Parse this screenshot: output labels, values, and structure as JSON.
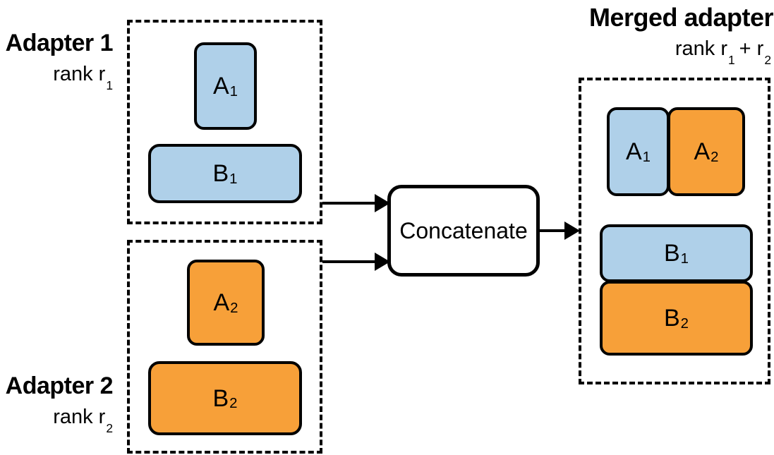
{
  "figure": {
    "adapter1": {
      "title": "Adapter 1",
      "rank_prefix": "rank r",
      "rank_sub": "1"
    },
    "adapter2": {
      "title": "Adapter 2",
      "rank_prefix": "rank r",
      "rank_sub": "2"
    },
    "merged": {
      "title": "Merged adapter",
      "rank_prefix": "rank r",
      "rank_sub1": "1",
      "rank_plus": "+ r",
      "rank_sub2": "2"
    },
    "concatenate_label": "Concatenate",
    "blocks": {
      "a1": {
        "base": "A",
        "sub": "1"
      },
      "b1": {
        "base": "B",
        "sub": "1"
      },
      "a2": {
        "base": "A",
        "sub": "2"
      },
      "b2": {
        "base": "B",
        "sub": "2"
      }
    },
    "colors": {
      "adapter1_fill": "#afd0e9",
      "adapter2_fill": "#f7a039",
      "stroke": "#000000",
      "background": "#ffffff"
    }
  }
}
